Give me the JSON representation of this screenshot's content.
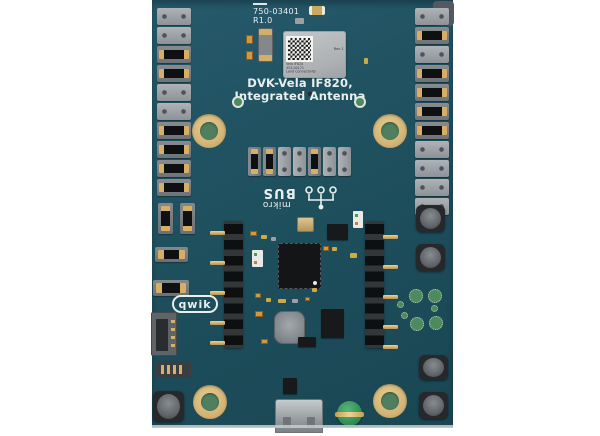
{
  "window": {
    "background": "#ffffff"
  },
  "board": {
    "silkscreen": {
      "part_number": "750-03401",
      "revision": "R1.0",
      "title_line1": "DVK-Vela IF820,",
      "title_line2": "Integrated Antenna"
    },
    "colors": {
      "pcb_teal": "#1e505e",
      "gold": "#d3b476",
      "hole_green": "#4f7f5e",
      "silkscreen_white": "#e9efef",
      "jumper_cap_black": "#0f1012",
      "jumper_frame_gray": "#8d9297",
      "module_gray": "#b3b7b9",
      "connector_metal": "#9aa0a3",
      "button_gray": "#5f6468",
      "disc_green": "#2e8a53"
    }
  },
  "module": {
    "line1": "Vela IF820",
    "line2": "453-00171",
    "line3": "Laird Connectivity",
    "rev": "Rev 1"
  },
  "logos": {
    "mikro": "mikro",
    "bus": "BUS",
    "qwik": "qwik"
  },
  "icons": {
    "arrow": "➤"
  },
  "jumpers": {
    "left_column": [
      "empty",
      "empty",
      "cap",
      "cap",
      "empty",
      "empty",
      "cap",
      "cap",
      "cap",
      "cap"
    ],
    "right_column": [
      "empty",
      "cap",
      "empty",
      "cap",
      "cap",
      "cap",
      "cap",
      "empty",
      "empty",
      "empty",
      "empty"
    ],
    "middle_row": [
      "cap",
      "cap",
      "empty",
      "empty",
      "cap",
      "empty",
      "empty"
    ]
  }
}
